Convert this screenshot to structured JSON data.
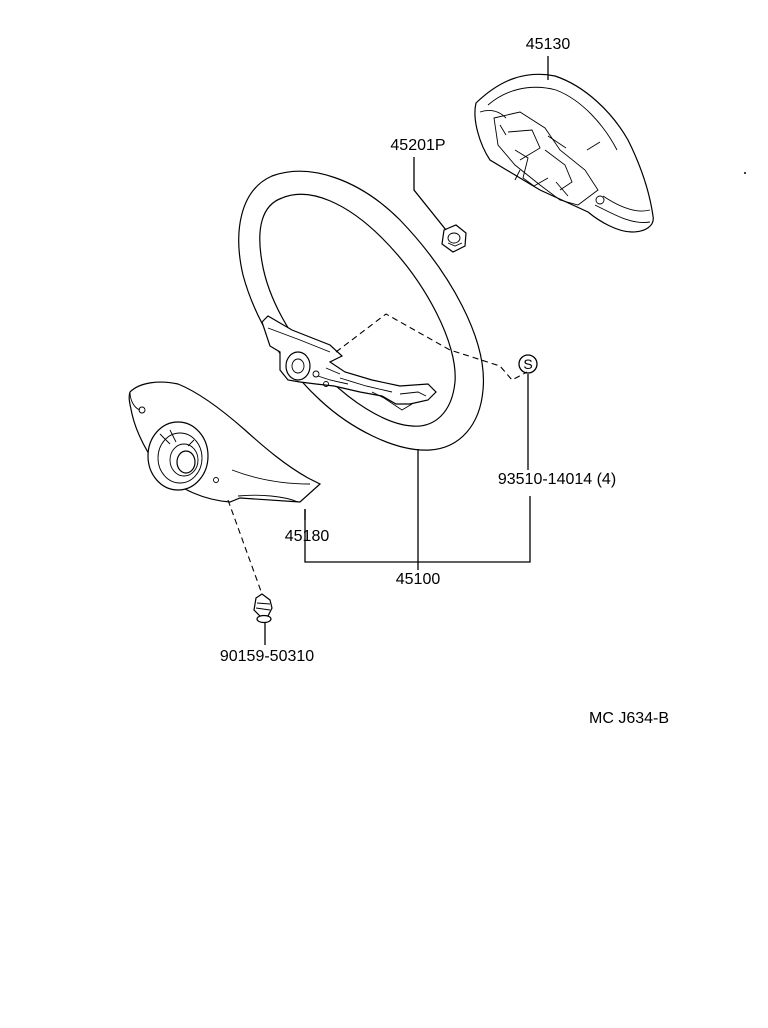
{
  "parts": {
    "pad": "45130",
    "nut": "45201P",
    "wheel_screw": "93510-14014 (4)",
    "marker_s": "S",
    "lower_cover": "45180",
    "wheel_assy": "45100",
    "cover_screw": "90159-50310"
  },
  "figure_code": "MC J634-B"
}
